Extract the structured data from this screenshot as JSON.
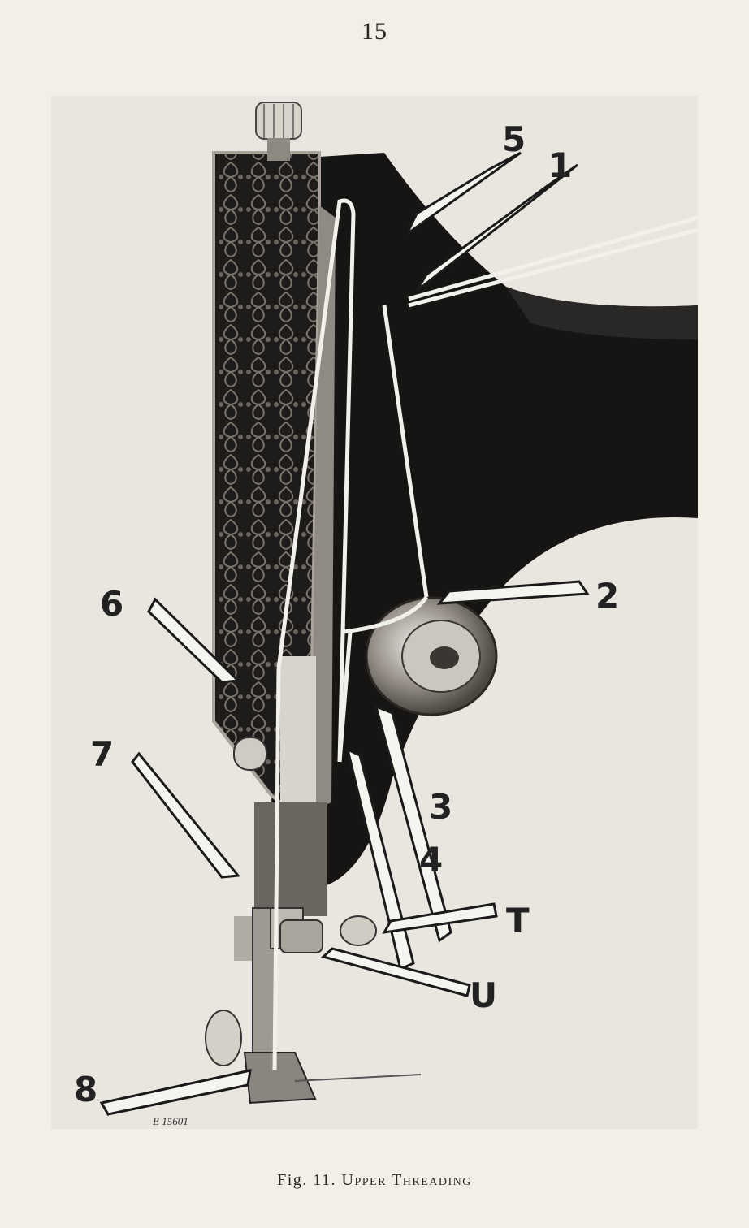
{
  "page": {
    "number": "15"
  },
  "figure": {
    "caption_label": "Fig. 11.",
    "caption_title": "Upper Threading",
    "plate_code": "E 15601",
    "callouts": {
      "c1": "1",
      "c2": "2",
      "c3": "3",
      "c4": "4",
      "c5": "5",
      "c6": "6",
      "c7": "7",
      "c8": "8",
      "cT": "T",
      "cU": "U"
    }
  }
}
